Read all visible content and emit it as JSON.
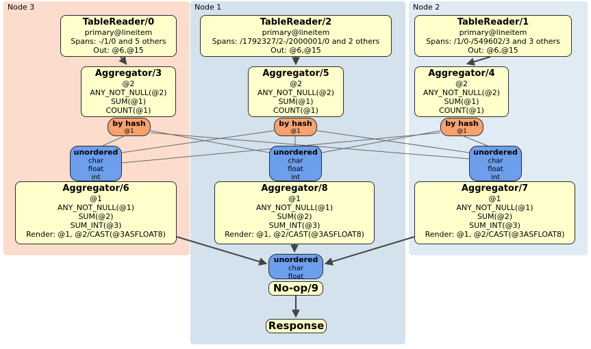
{
  "colors": {
    "node3_bg": "#fbdccd",
    "node1_bg": "#d3e2ec",
    "node2_bg": "#e0ebf4",
    "processor_fill": "#ffffcc",
    "router_fill": "#f5a26e",
    "sync_fill": "#6d9eec",
    "box_border": "#2b2b2b",
    "edge_thick": "#444444",
    "edge_thin": "#666666"
  },
  "nodes": {
    "node3": {
      "label": "Node 3"
    },
    "node1": {
      "label": "Node 1"
    },
    "node2": {
      "label": "Node 2"
    }
  },
  "processors": {
    "tablereader0": {
      "title": "TableReader/0",
      "lines": [
        "primary@lineitem",
        "Spans: -/1/0 and 5 others",
        "Out: @6,@15"
      ]
    },
    "tablereader2": {
      "title": "TableReader/2",
      "lines": [
        "primary@lineitem",
        "Spans: /1792327/2-/2000001/0 and 2 others",
        "Out: @6,@15"
      ]
    },
    "tablereader1": {
      "title": "TableReader/1",
      "lines": [
        "primary@lineitem",
        "Spans: /1/0-/549602/3 and 3 others",
        "Out: @6,@15"
      ]
    },
    "aggregator3": {
      "title": "Aggregator/3",
      "lines": [
        "@2",
        "ANY_NOT_NULL(@2)",
        "SUM(@1)",
        "COUNT(@1)"
      ]
    },
    "aggregator5": {
      "title": "Aggregator/5",
      "lines": [
        "@2",
        "ANY_NOT_NULL(@2)",
        "SUM(@1)",
        "COUNT(@1)"
      ]
    },
    "aggregator4": {
      "title": "Aggregator/4",
      "lines": [
        "@2",
        "ANY_NOT_NULL(@2)",
        "SUM(@1)",
        "COUNT(@1)"
      ]
    },
    "aggregator6": {
      "title": "Aggregator/6",
      "lines": [
        "@1",
        "ANY_NOT_NULL(@1)",
        "SUM(@2)",
        "SUM_INT(@3)",
        "Render: @1, @2/CAST(@3ASFLOAT8)"
      ]
    },
    "aggregator8": {
      "title": "Aggregator/8",
      "lines": [
        "@1",
        "ANY_NOT_NULL(@1)",
        "SUM(@2)",
        "SUM_INT(@3)",
        "Render: @1, @2/CAST(@3ASFLOAT8)"
      ]
    },
    "aggregator7": {
      "title": "Aggregator/7",
      "lines": [
        "@1",
        "ANY_NOT_NULL(@1)",
        "SUM(@2)",
        "SUM_INT(@3)",
        "Render: @1, @2/CAST(@3ASFLOAT8)"
      ]
    },
    "noop9": {
      "title": "No-op/9"
    },
    "response": {
      "title": "Response"
    }
  },
  "routers": {
    "hash_node3": {
      "title": "by hash",
      "detail": "@1"
    },
    "hash_node1": {
      "title": "by hash",
      "detail": "@1"
    },
    "hash_node2": {
      "title": "by hash",
      "detail": "@1"
    }
  },
  "synchronizers": {
    "unordered_node3": {
      "title": "unordered",
      "types": [
        "char",
        "float",
        "int"
      ]
    },
    "unordered_node1": {
      "title": "unordered",
      "types": [
        "char",
        "float",
        "int"
      ]
    },
    "unordered_node2": {
      "title": "unordered",
      "types": [
        "char",
        "float",
        "int"
      ]
    },
    "unordered_final": {
      "title": "unordered",
      "types": [
        "char",
        "float"
      ]
    }
  }
}
